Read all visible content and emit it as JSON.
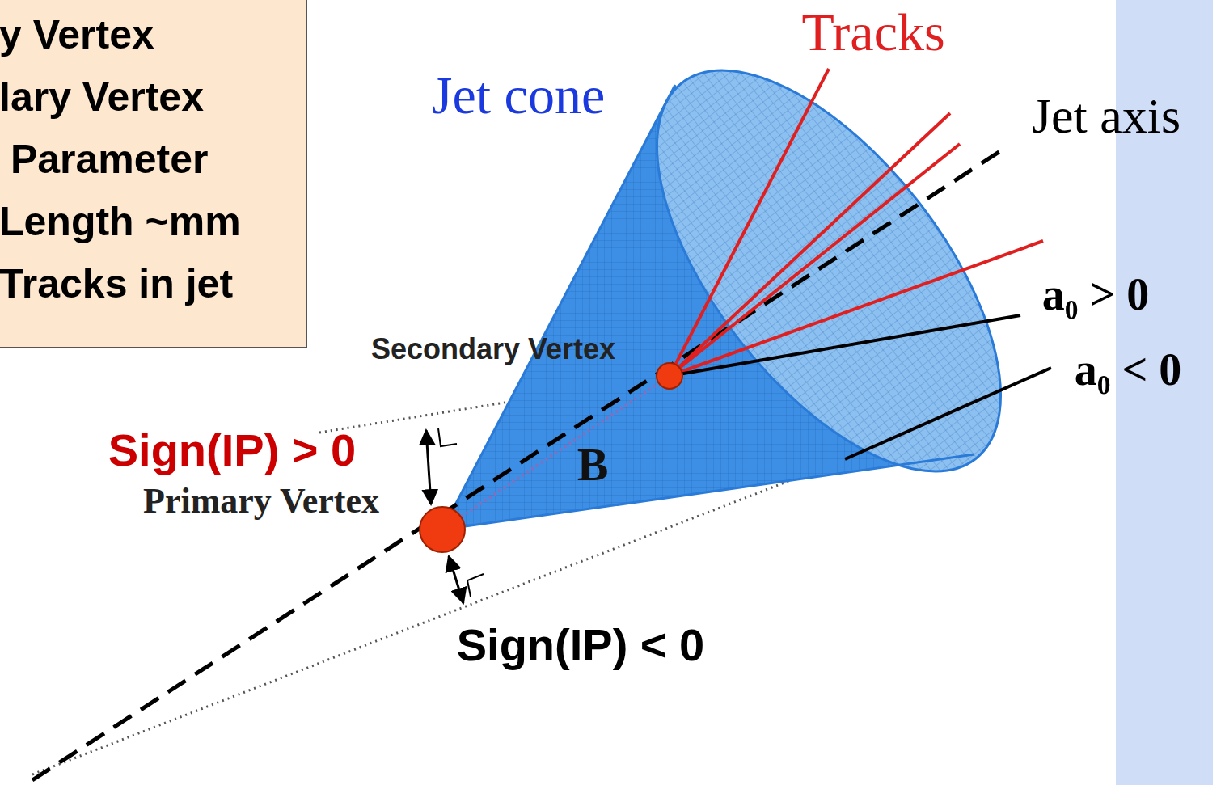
{
  "diagram": {
    "nodes": [
      {
        "text": [
          "y Vertex",
          "lary Vertex",
          " Parameter",
          "Length ~mm",
          "Tracks in jet"
        ]
      }
    ],
    "labels": [
      "Tracks",
      "Jet cone",
      "Jet axis",
      "a₀ > 0",
      "a₀ < 0",
      "Secondary Vertex",
      "Sign(IP) > 0",
      "B",
      "Primary Vertex",
      "Sign(IP) < 0"
    ]
  }
}
